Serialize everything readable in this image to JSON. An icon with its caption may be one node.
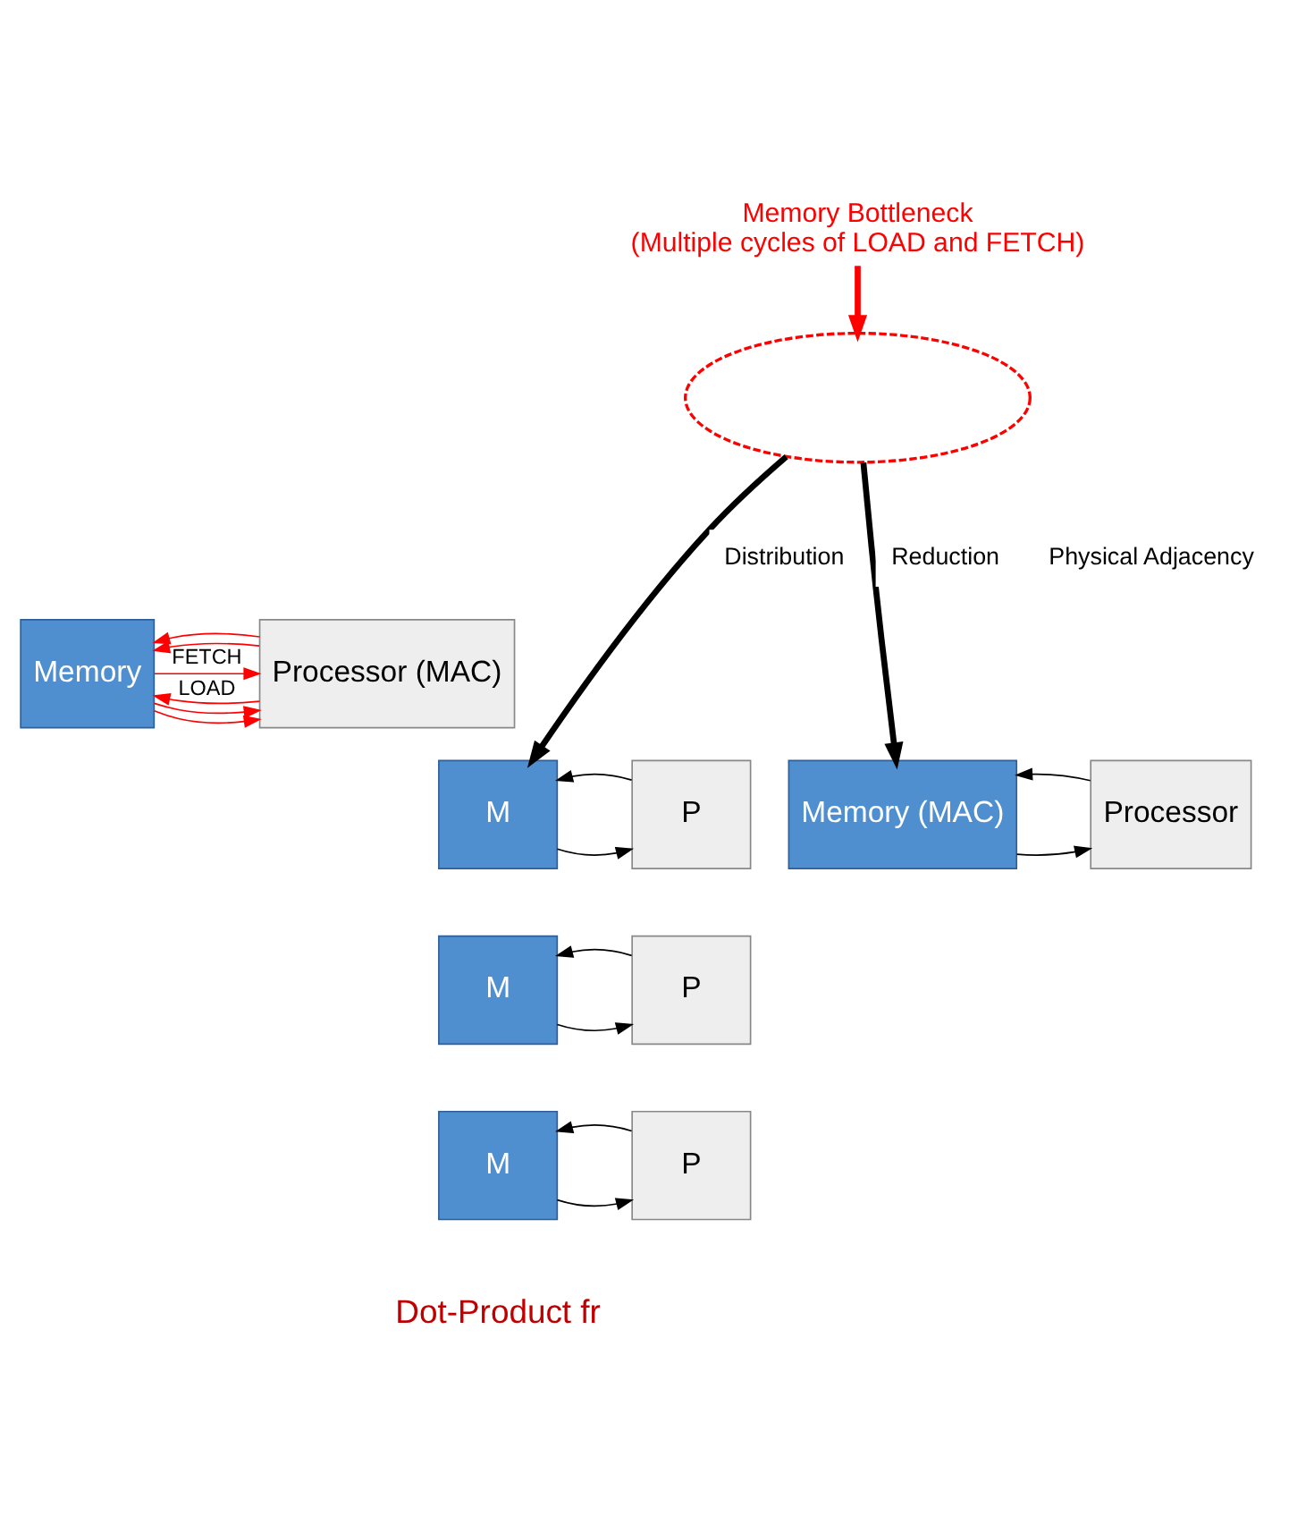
{
  "diagram": {
    "nodes": [
      {
        "text": [
          "Memory Bottleneck",
          "(Multiple cycles of LOAD and FETCH)"
        ]
      },
      {
        "text": [],
        "shape": "ellipse"
      },
      {
        "text": [
          "Memory"
        ]
      },
      {
        "text": [
          "Processor (MAC)"
        ]
      },
      {
        "text": [
          "M"
        ]
      },
      {
        "text": [
          "P"
        ]
      },
      {
        "text": [
          "M"
        ]
      },
      {
        "text": [
          "P"
        ]
      },
      {
        "text": [
          "M"
        ]
      },
      {
        "text": [
          "P"
        ]
      },
      {
        "text": [
          "Memory (MAC)"
        ]
      },
      {
        "text": [
          "Processor"
        ]
      }
    ],
    "edges": [
      {
        "from": 0,
        "to": 1,
        "arrow": "to",
        "style": "thick",
        "color": "#ff0000"
      },
      {
        "from": 2,
        "to": 3,
        "arrow": "to",
        "label": "FETCH",
        "color": "#ff0000"
      },
      {
        "from": 3,
        "to": 2,
        "arrow": "to",
        "color": "#ff0000"
      },
      {
        "from": 2,
        "to": 3,
        "arrow": "to",
        "color": "#ff0000"
      },
      {
        "from": 3,
        "to": 2,
        "arrow": "to",
        "color": "#ff0000"
      },
      {
        "from": 2,
        "to": 3,
        "arrow": "to",
        "color": "#ff0000"
      },
      {
        "from": 3,
        "to": 2,
        "arrow": "to",
        "label": "LOAD",
        "color": "#ff0000"
      },
      {
        "from": 1,
        "to": 4,
        "arrow": "to",
        "style": "thick",
        "label": "Distribution"
      },
      {
        "from": 1,
        "to": 10,
        "arrow": "to",
        "style": "thick",
        "label": "Reduction"
      },
      {
        "from": 4,
        "to": 5,
        "arrow": "to"
      },
      {
        "from": 5,
        "to": 4,
        "arrow": "to"
      },
      {
        "from": 6,
        "to": 7,
        "arrow": "to"
      },
      {
        "from": 7,
        "to": 6,
        "arrow": "to"
      },
      {
        "from": 8,
        "to": 9,
        "arrow": "to"
      },
      {
        "from": 9,
        "to": 8,
        "arrow": "to"
      },
      {
        "from": 10,
        "to": 11,
        "arrow": "to"
      },
      {
        "from": 11,
        "to": 10,
        "arrow": "to"
      }
    ],
    "labels": [
      "Physical Adjacency",
      "Dot-Product fr"
    ]
  }
}
